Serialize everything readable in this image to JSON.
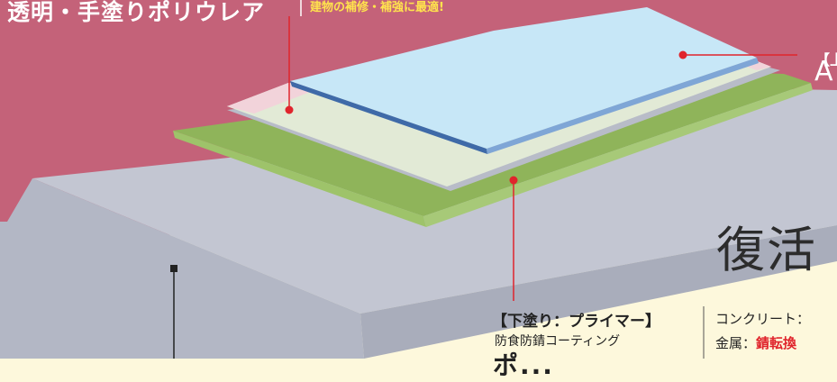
{
  "header": {
    "brand": "透明・手塗りポリウレア",
    "tagline": "建物の補修・補強に最適!"
  },
  "top_coat": {
    "label": "【上",
    "code": "A"
  },
  "heading": "復活",
  "primer": {
    "title": "【下塗り：プライマー】",
    "description": "防食防錆コーティング",
    "name": "ポ..."
  },
  "substrates": {
    "concrete_label": "コンクリート：",
    "metal_label": "金属：",
    "metal_value": "錆転換"
  },
  "colors": {
    "background_top": "#c46279",
    "background_bottom": "#fdf8dc",
    "top_layer": "#c7e7f7",
    "top_layer_edge": "#3f6aa8",
    "mid_layer": "#e2ead6",
    "primer_layer": "#8fb45a",
    "base_slab": "#c3c6d2",
    "pointer_red": "#e0242c"
  }
}
